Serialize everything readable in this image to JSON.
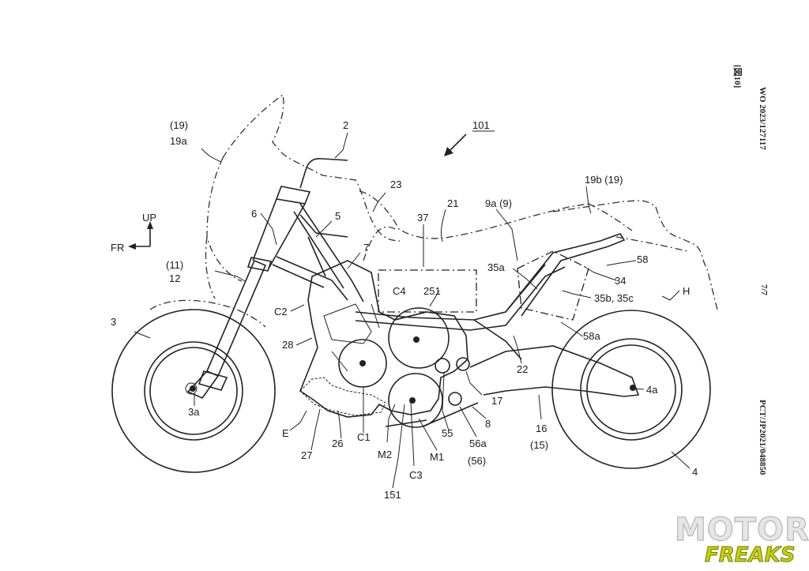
{
  "figure": {
    "ref_main": "101",
    "up": "UP",
    "front": "FR",
    "labels": {
      "l19_top": "(19)",
      "l19a": "19a",
      "l2": "2",
      "l23": "23",
      "l21": "21",
      "l9a": "9a (9)",
      "l19b": "19b (19)",
      "l6": "6",
      "l5": "5",
      "l37": "37",
      "l7": "7",
      "l35a": "35a",
      "l58": "58",
      "l34": "34",
      "l11": "(11)",
      "l12": "12",
      "lC4": "C4",
      "l251": "251",
      "l35bc": "35b, 35c",
      "lH": "H",
      "lC2": "C2",
      "l3": "3",
      "l28": "28",
      "l58a": "58a",
      "l22": "22",
      "l17": "17",
      "l4a": "4a",
      "l3a": "3a",
      "l8": "8",
      "l16": "16",
      "l15": "(15)",
      "lE": "E",
      "l26": "26",
      "lC1": "C1",
      "lM2": "M2",
      "l55": "55",
      "l56a": "56a",
      "l56": "(56)",
      "l27": "27",
      "lM1": "M1",
      "lC3": "C3",
      "l4": "4",
      "l151": "151"
    }
  },
  "sidebar": {
    "doc_number": "WO 2023/127117",
    "fig_label": "[図10]",
    "page": "7/7",
    "app_number": "PCT/JP2021/048850"
  },
  "watermark": {
    "line1": "MOTOR",
    "line2": "FREAKS",
    "color_fill": "#c9d100"
  }
}
